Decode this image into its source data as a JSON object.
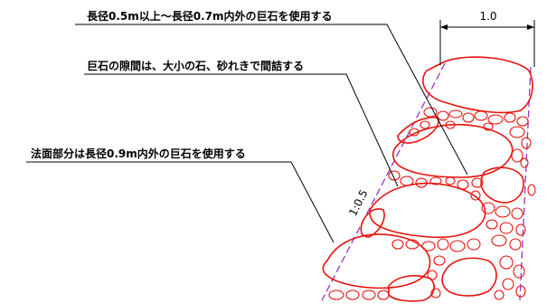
{
  "labels": {
    "label_stone_size": "長径0.5m以上～長径0.7m内外の巨石を使用する",
    "label_gap_fill": "巨石の隙間は、大小の石、砂れきで間詰する",
    "label_face_stone": "法面部分は長径0.9m内外の巨石を使用する"
  },
  "dimension": {
    "width_text": "1.0"
  },
  "slope": {
    "ratio_text": "1:0.5"
  },
  "colors": {
    "stone_outline": "#e8120c",
    "guide_line": "#9932cc",
    "leader_line": "#000000",
    "text": "#000000"
  }
}
